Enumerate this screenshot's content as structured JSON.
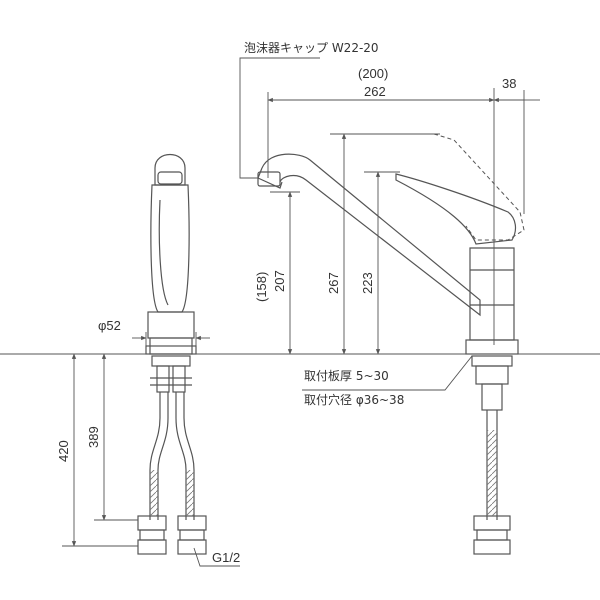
{
  "labels": {
    "aerator_cap": "泡沫器キャップ W22-20",
    "dim_200": "(200)",
    "dim_262": "262",
    "dim_38": "38",
    "dim_phi52": "φ52",
    "dim_158": "(158)",
    "dim_207": "207",
    "dim_267": "267",
    "dim_223": "223",
    "mount_thickness": "取付板厚 5~30",
    "mount_hole": "取付穴径 φ36~38",
    "dim_420": "420",
    "dim_389": "389",
    "thread": "G1/2"
  },
  "colors": {
    "line": "#555555",
    "fine": "#888888",
    "text": "#333333"
  }
}
